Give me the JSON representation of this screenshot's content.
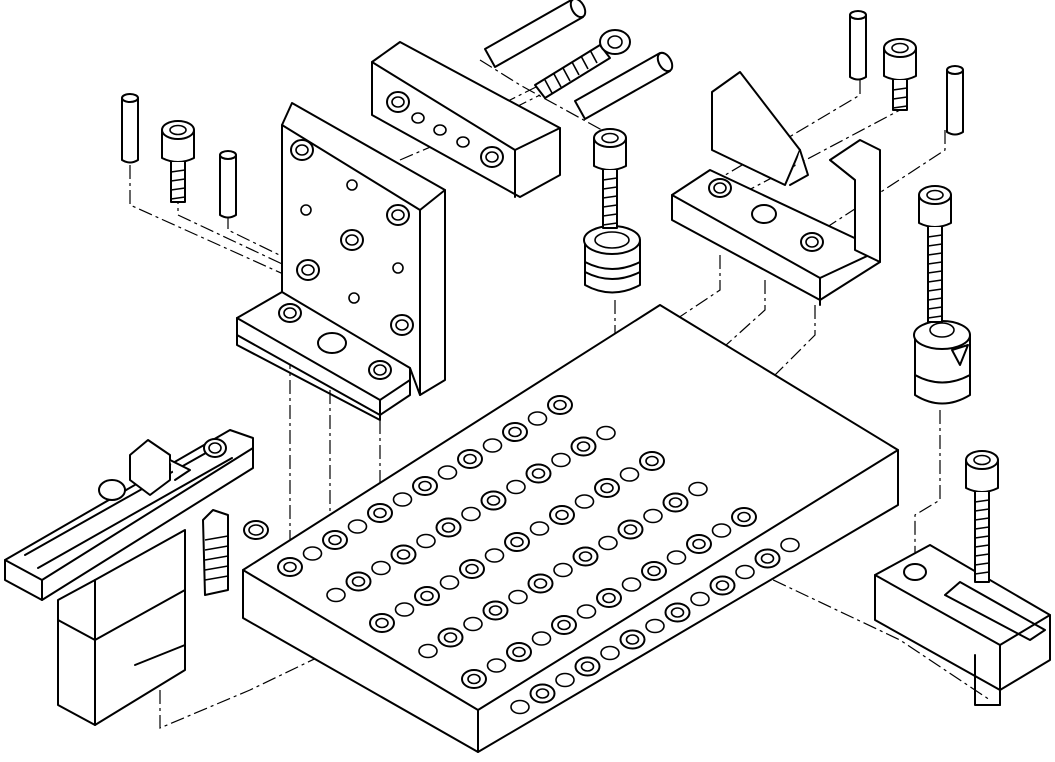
{
  "figure": {
    "kind": "exploded isometric line drawing of a modular fixture kit",
    "colors": {
      "line": "#000000",
      "background": "#ffffff"
    },
    "components": [
      "grid-baseplate",
      "angle-plate",
      "mounting-block",
      "v-block",
      "clamp-assembly",
      "slotted-strap-clamp",
      "locating-bushing",
      "stop-bushing",
      "socket-head-screw",
      "dowel-pin"
    ]
  }
}
